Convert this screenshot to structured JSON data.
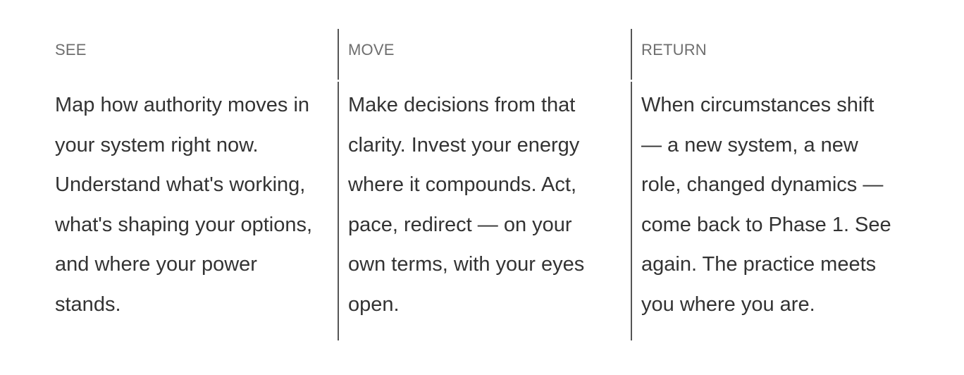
{
  "phases": [
    {
      "label": "SEE",
      "lines": [
        "Map how authority moves in",
        "your system right now.",
        "Understand what's working,",
        "what's shaping your options,",
        "and where your power",
        "stands."
      ]
    },
    {
      "label": "MOVE",
      "lines": [
        "Make decisions from that",
        "clarity. Invest your energy",
        "where it compounds. Act,",
        "pace, redirect — on your",
        "own terms, with your eyes",
        "open."
      ]
    },
    {
      "label": "RETURN",
      "lines": [
        "When circumstances shift",
        "— a new system, a new",
        "role, changed dynamics —",
        "come back to Phase 1. See",
        "again. The practice meets",
        "you where you are."
      ]
    }
  ]
}
